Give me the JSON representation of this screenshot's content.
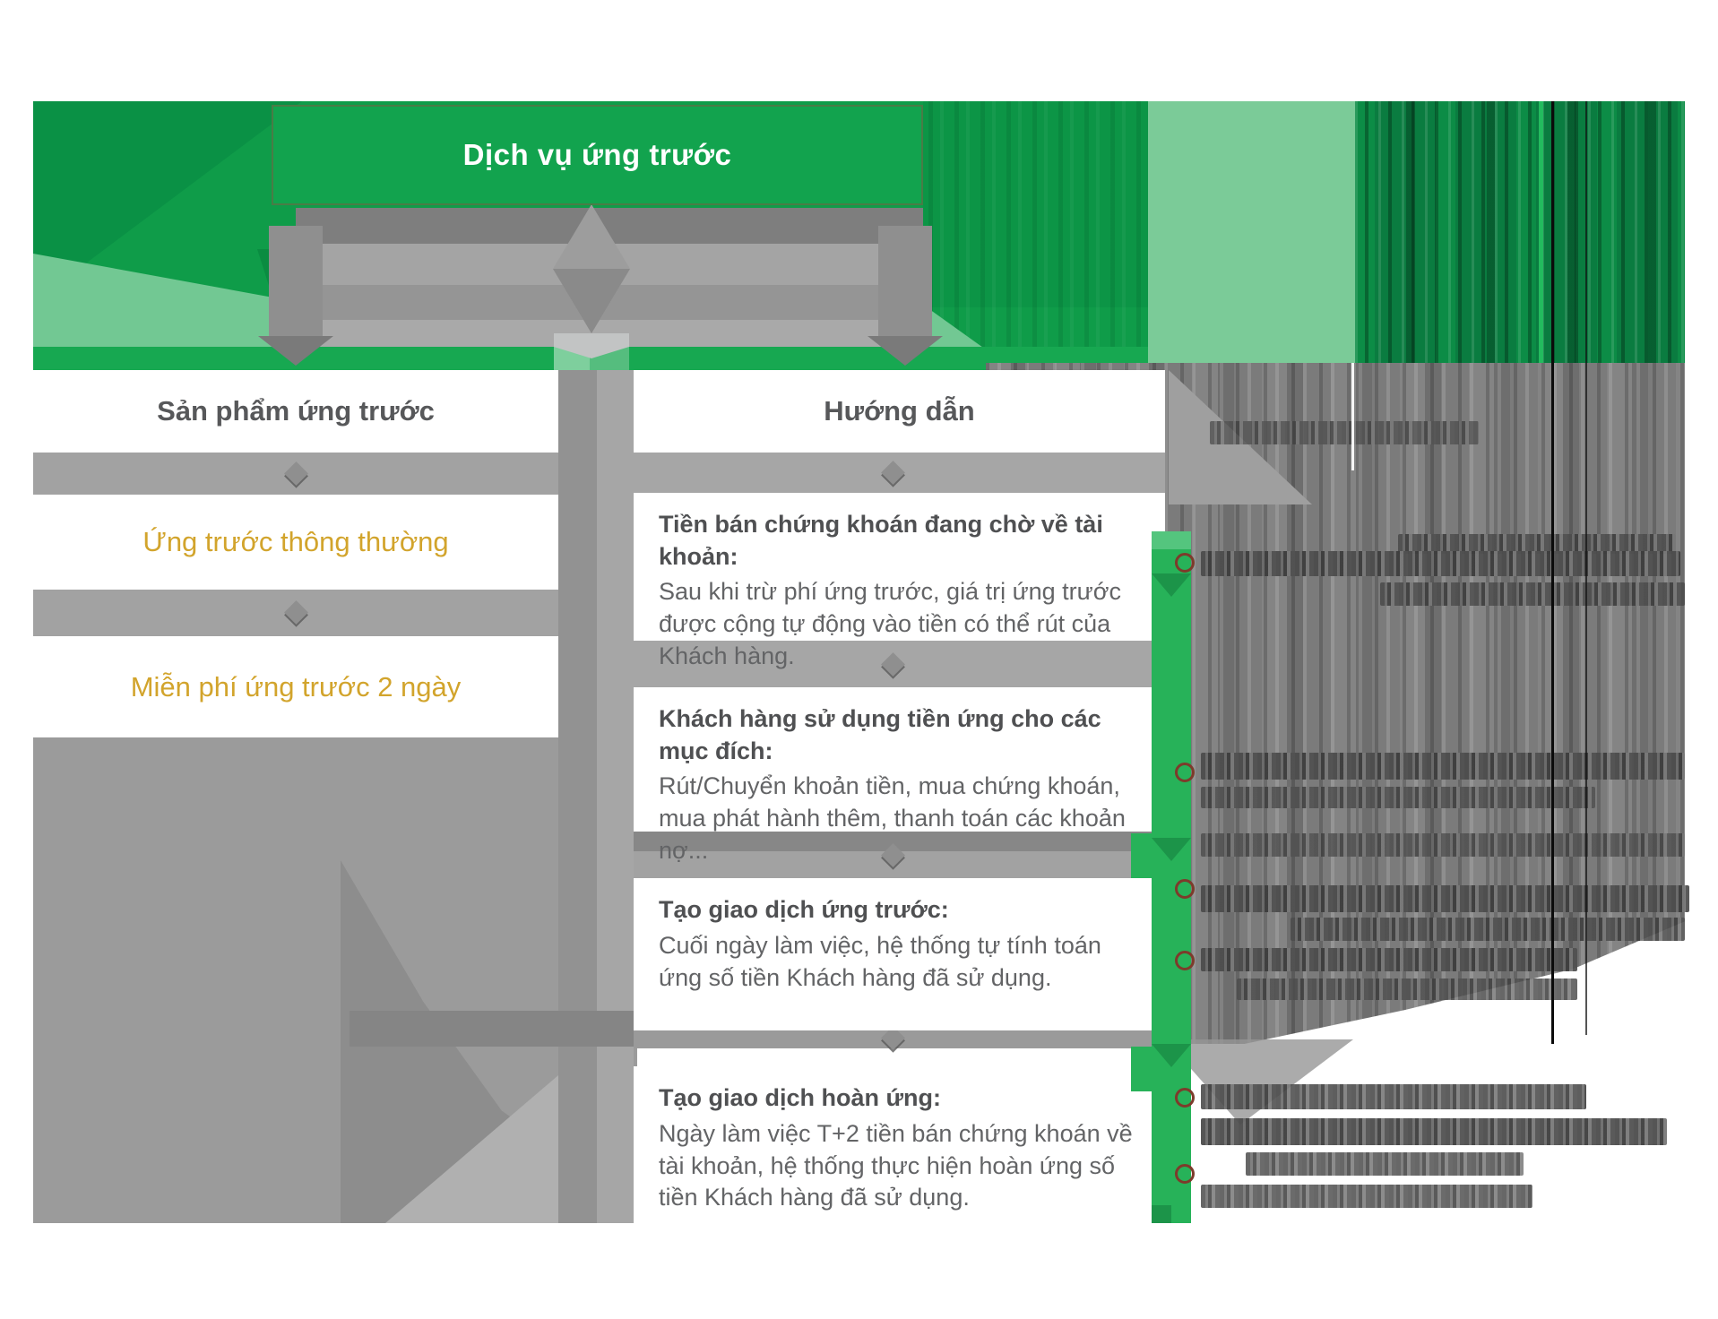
{
  "diagram": {
    "title": "Dịch vụ ứng trước",
    "left_column": {
      "header": "Sản phẩm ứng trước",
      "items": [
        {
          "label": "Ứng trước thông thường"
        },
        {
          "label": "Miễn phí ứng trước 2 ngày"
        }
      ]
    },
    "right_column": {
      "header": "Hướng dẫn",
      "steps": [
        {
          "heading": "Tiền bán chứng khoán đang chờ về tài khoản:",
          "body": "Sau khi trừ phí ứng trước, giá trị ứng trước được cộng tự động vào tiền có thể rút của Khách hàng."
        },
        {
          "heading": "Khách hàng sử dụng tiền ứng cho các mục đích:",
          "body": "Rút/Chuyển khoản tiền, mua chứng khoán, mua phát hành thêm, thanh toán các khoản nợ..."
        },
        {
          "heading": "Tạo giao dịch ứng trước:",
          "body": "Cuối ngày làm việc, hệ thống tự tính toán ứng số tiền Khách hàng đã sử dụng."
        },
        {
          "heading": "Tạo giao dịch hoàn ứng:",
          "body": "Ngày làm việc T+2 tiền bán chứng khoán về tài khoản, hệ thống thực hiện hoàn ứng số tiền Khách hàng đã sử dụng."
        }
      ]
    },
    "palette": {
      "green_band": "#0f9c49",
      "green_title_box": "#12a34e",
      "green_light": "#7bcb98",
      "green_strip": "#17a851",
      "green_bar": "#27b259",
      "yellow_label": "#d2a42c",
      "gray_slab": "#9b9b9b",
      "heading_text": "#4f5052",
      "body_text": "#636466",
      "ring_red": "#7d3b2b"
    }
  }
}
